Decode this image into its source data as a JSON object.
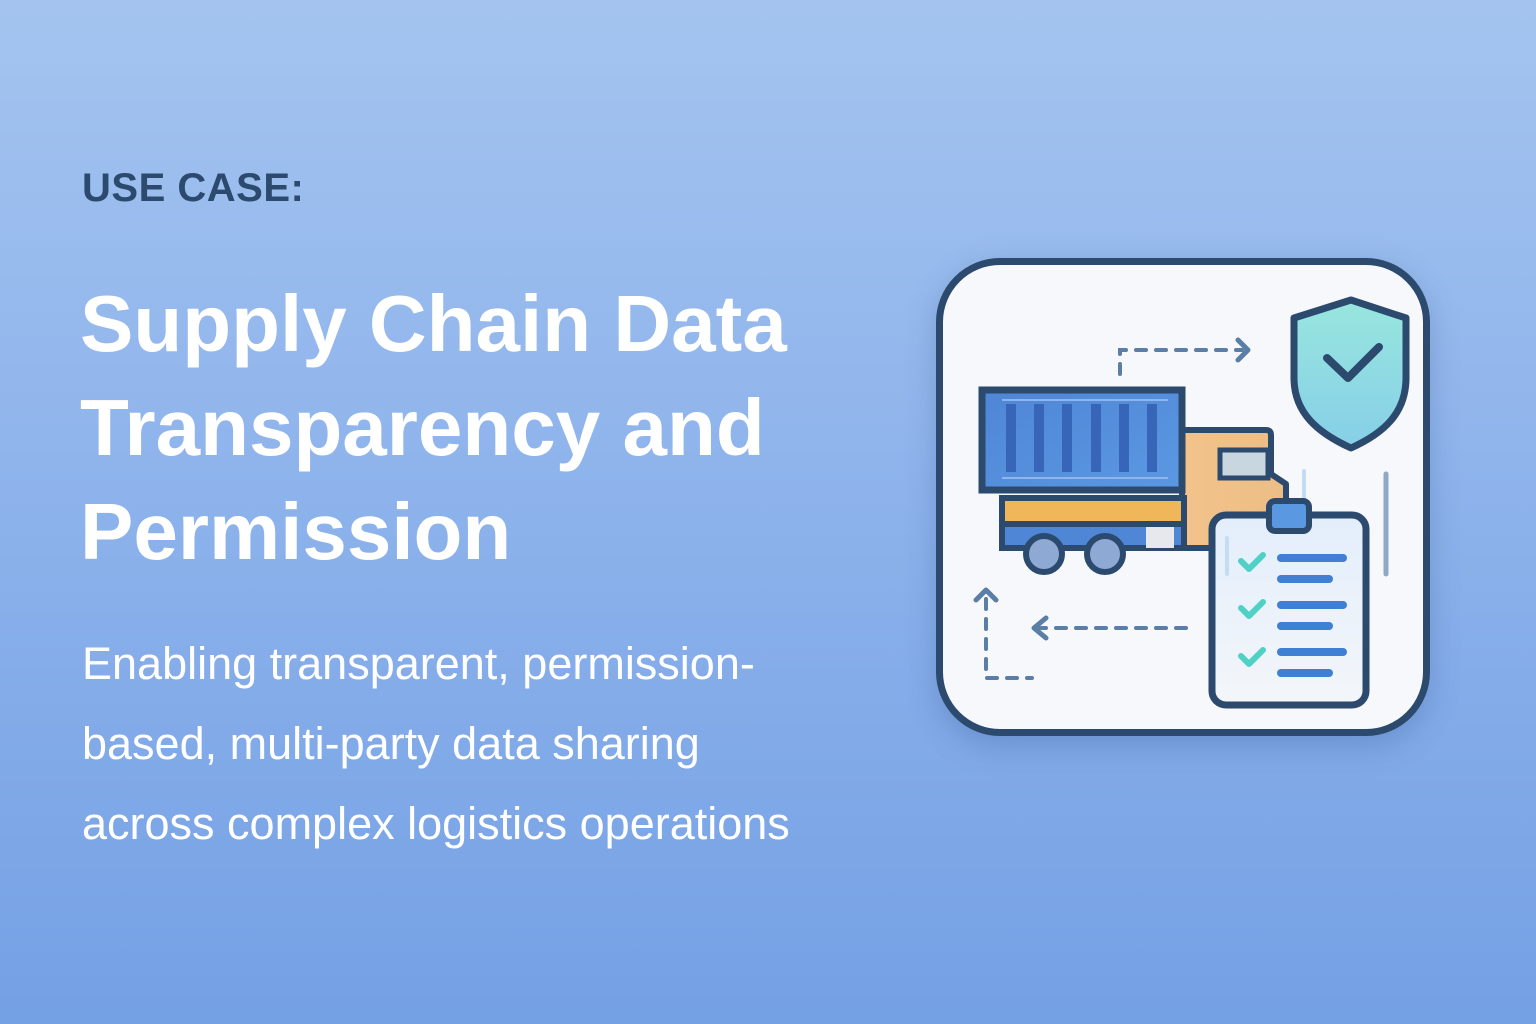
{
  "header": {
    "eyebrow": "USE CASE:",
    "title_lines": [
      "Supply Chain Data",
      "Transparency and",
      "Permission"
    ],
    "subtitle_lines": [
      "Enabling transparent, permission-",
      "based, multi-party data sharing",
      "across complex logistics operations"
    ]
  },
  "illustration": {
    "icons": [
      "truck-icon",
      "shield-check-icon",
      "clipboard-checklist-icon",
      "dashed-arrow-right-icon",
      "dashed-arrow-left-icon",
      "dashed-arrow-up-icon"
    ],
    "checklist_items": 3,
    "colors": {
      "outline": "#2b4a6e",
      "container_blue": "#4f8ad8",
      "cab_orange": "#f0c089",
      "stripe_orange": "#f0b65a",
      "shield_teal": "#8fe0e0",
      "check_teal": "#4fd1c5",
      "line_blue": "#3f7fd4",
      "arrow_gray": "#6a8bb0"
    }
  }
}
